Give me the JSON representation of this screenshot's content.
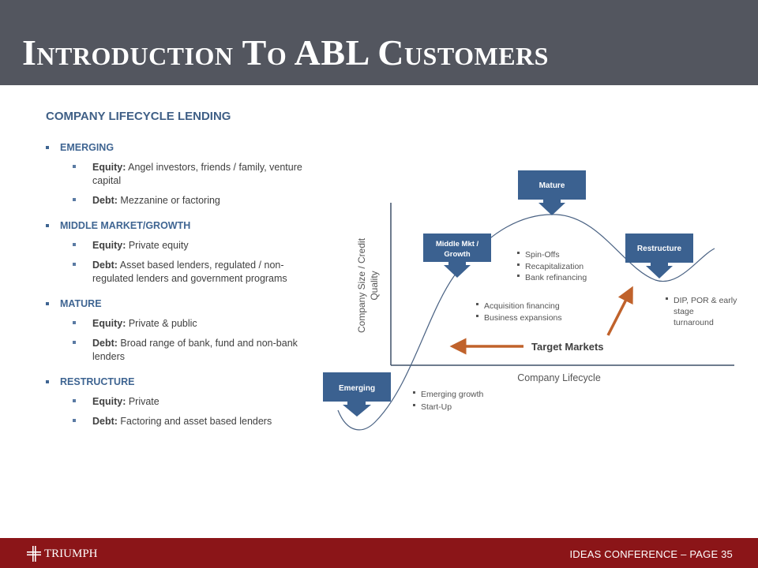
{
  "header": {
    "title": "Introduction To ABL Customers"
  },
  "left": {
    "heading": "COMPANY LIFECYCLE LENDING",
    "sections": [
      {
        "label": "EMERGING",
        "items": [
          {
            "key": "Equity:",
            "text": " Angel investors, friends / family, venture capital"
          },
          {
            "key": "Debt:",
            "text": " Mezzanine or factoring"
          }
        ]
      },
      {
        "label": "MIDDLE MARKET/GROWTH",
        "items": [
          {
            "key": "Equity:",
            "text": " Private equity"
          },
          {
            "key": "Debt:",
            "text": " Asset based lenders, regulated / non-regulated lenders and government programs"
          }
        ]
      },
      {
        "label": "MATURE",
        "items": [
          {
            "key": "Equity:",
            "text": " Private & public"
          },
          {
            "key": "Debt:",
            "text": " Broad range of bank, fund and non-bank lenders"
          }
        ]
      },
      {
        "label": "RESTRUCTURE",
        "items": [
          {
            "key": "Equity:",
            "text": " Private"
          },
          {
            "key": "Debt:",
            "text": " Factoring and asset based lenders"
          }
        ]
      }
    ]
  },
  "diagram": {
    "y_axis_label_line1": "Company Size / Credit",
    "y_axis_label_line2": "Quality",
    "x_axis_label": "Company Lifecycle",
    "stages": {
      "emerging": "Emerging",
      "middle_line1": "Middle Mkt /",
      "middle_line2": "Growth",
      "mature": "Mature",
      "restructure": "Restructure"
    },
    "notes": {
      "emerging": [
        "Emerging growth",
        "Start-Up"
      ],
      "growth": [
        "Acquisition financing",
        "Business expansions"
      ],
      "mature": [
        "Spin-Offs",
        "Recapitalization",
        "Bank refinancing"
      ],
      "restructure": [
        "DIP, POR & early",
        "stage",
        "turnaround"
      ]
    },
    "target_label": "Target Markets",
    "colors": {
      "box": "#3b6190",
      "arrow": "#c0622b",
      "curve": "#4a6283"
    }
  },
  "footer": {
    "logo": "TRIUMPH",
    "page_label": "IDEAS CONFERENCE – PAGE 35"
  }
}
